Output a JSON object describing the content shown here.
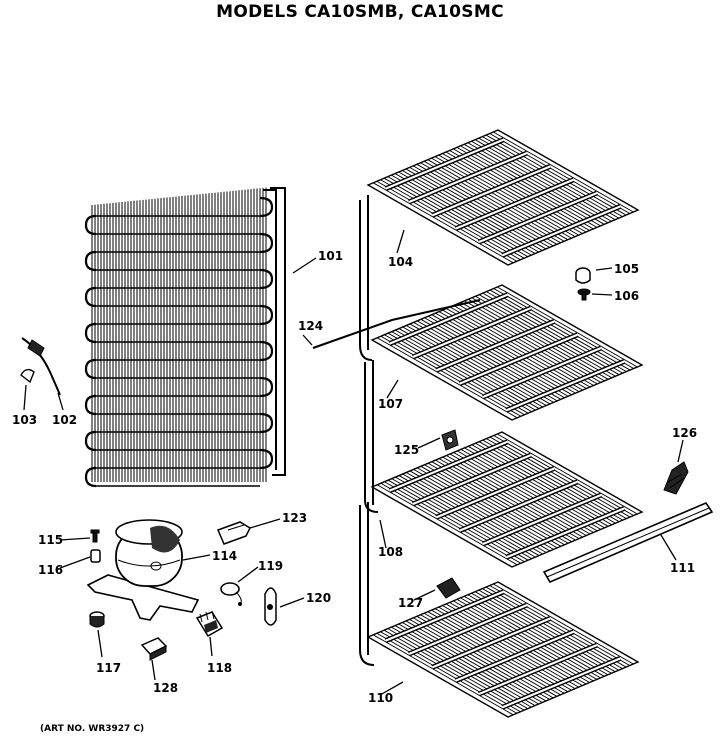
{
  "title": "MODELS CA10SMB, CA10SMC",
  "art_number": "(ART NO. WR3927 C)",
  "labels": {
    "p101": "101",
    "p102": "102",
    "p103": "103",
    "p104": "104",
    "p105": "105",
    "p106": "106",
    "p107": "107",
    "p108": "108",
    "p110": "110",
    "p111": "111",
    "p114": "114",
    "p115": "115",
    "p116": "116",
    "p117": "117",
    "p118": "118",
    "p119": "119",
    "p120": "120",
    "p123": "123",
    "p124": "124",
    "p125": "125",
    "p126": "126",
    "p127": "127",
    "p128": "128"
  }
}
